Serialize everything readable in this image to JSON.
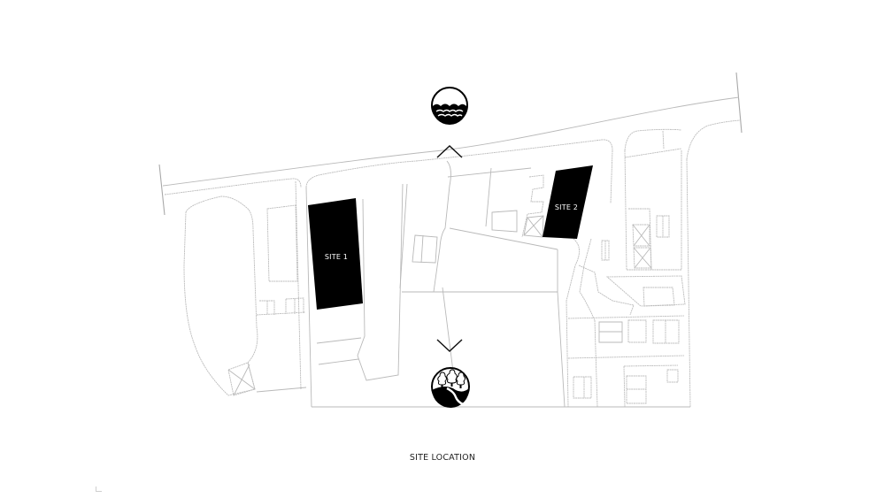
{
  "map": {
    "title": "SITE LOCATION",
    "sites": [
      {
        "id": "site-1",
        "label": "SITE 1",
        "color": "#000000"
      },
      {
        "id": "site-2",
        "label": "SITE 2",
        "color": "#000000"
      }
    ],
    "orientation_markers": [
      {
        "id": "north",
        "direction": "up",
        "icon": "water-waves-icon",
        "meaning": "water / sea"
      },
      {
        "id": "south",
        "direction": "down",
        "icon": "trees-hill-icon",
        "meaning": "woodland / countryside"
      }
    ],
    "colors": {
      "background": "#ffffff",
      "linework": "#b9b9b9",
      "site_fill": "#000000",
      "icon": "#000000"
    }
  }
}
